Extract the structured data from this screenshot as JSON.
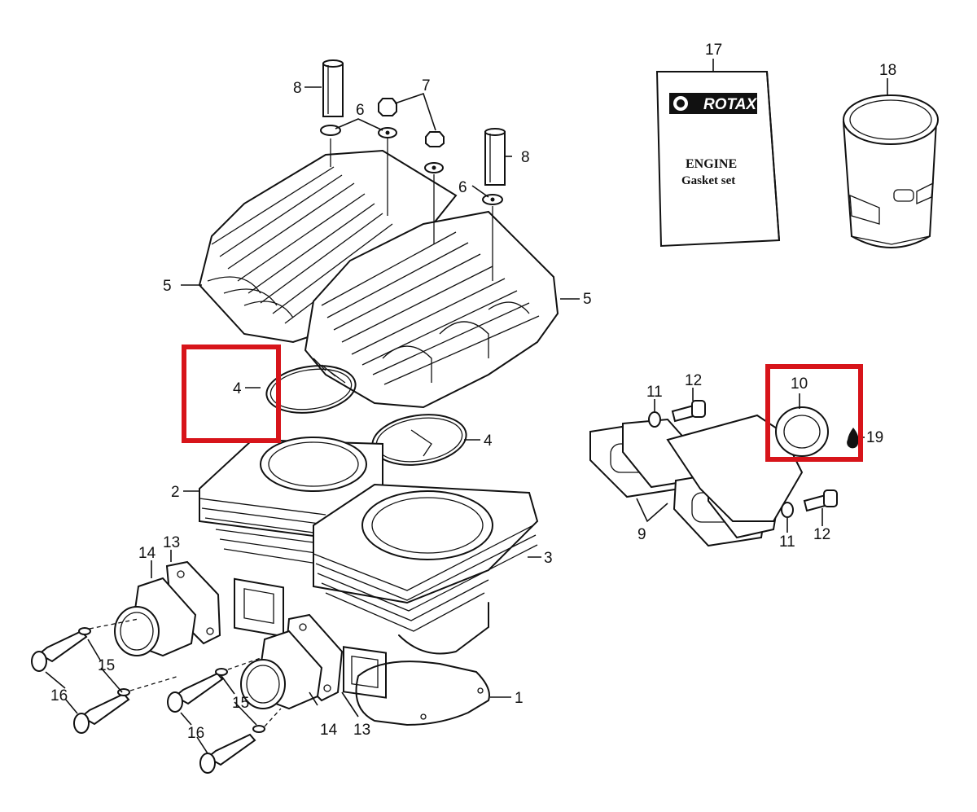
{
  "callouts": {
    "c1": "1",
    "c2": "2",
    "c3": "3",
    "c4a": "4",
    "c4b": "4",
    "c5a": "5",
    "c5b": "5",
    "c6a": "6",
    "c6b": "6",
    "c7": "7",
    "c8a": "8",
    "c8b": "8",
    "c9": "9",
    "c10": "10",
    "c11a": "11",
    "c11b": "11",
    "c12a": "12",
    "c12b": "12",
    "c13a": "13",
    "c13b": "13",
    "c14a": "14",
    "c14b": "14",
    "c15a": "15",
    "c15b": "15",
    "c16a": "16",
    "c16b": "16",
    "c17": "17",
    "c18": "18",
    "c19": "19"
  },
  "gasket_box": {
    "brand": "ROTAX",
    "line1": "ENGINE",
    "line2": "Gasket set"
  },
  "highlight_color": "#d7141a"
}
